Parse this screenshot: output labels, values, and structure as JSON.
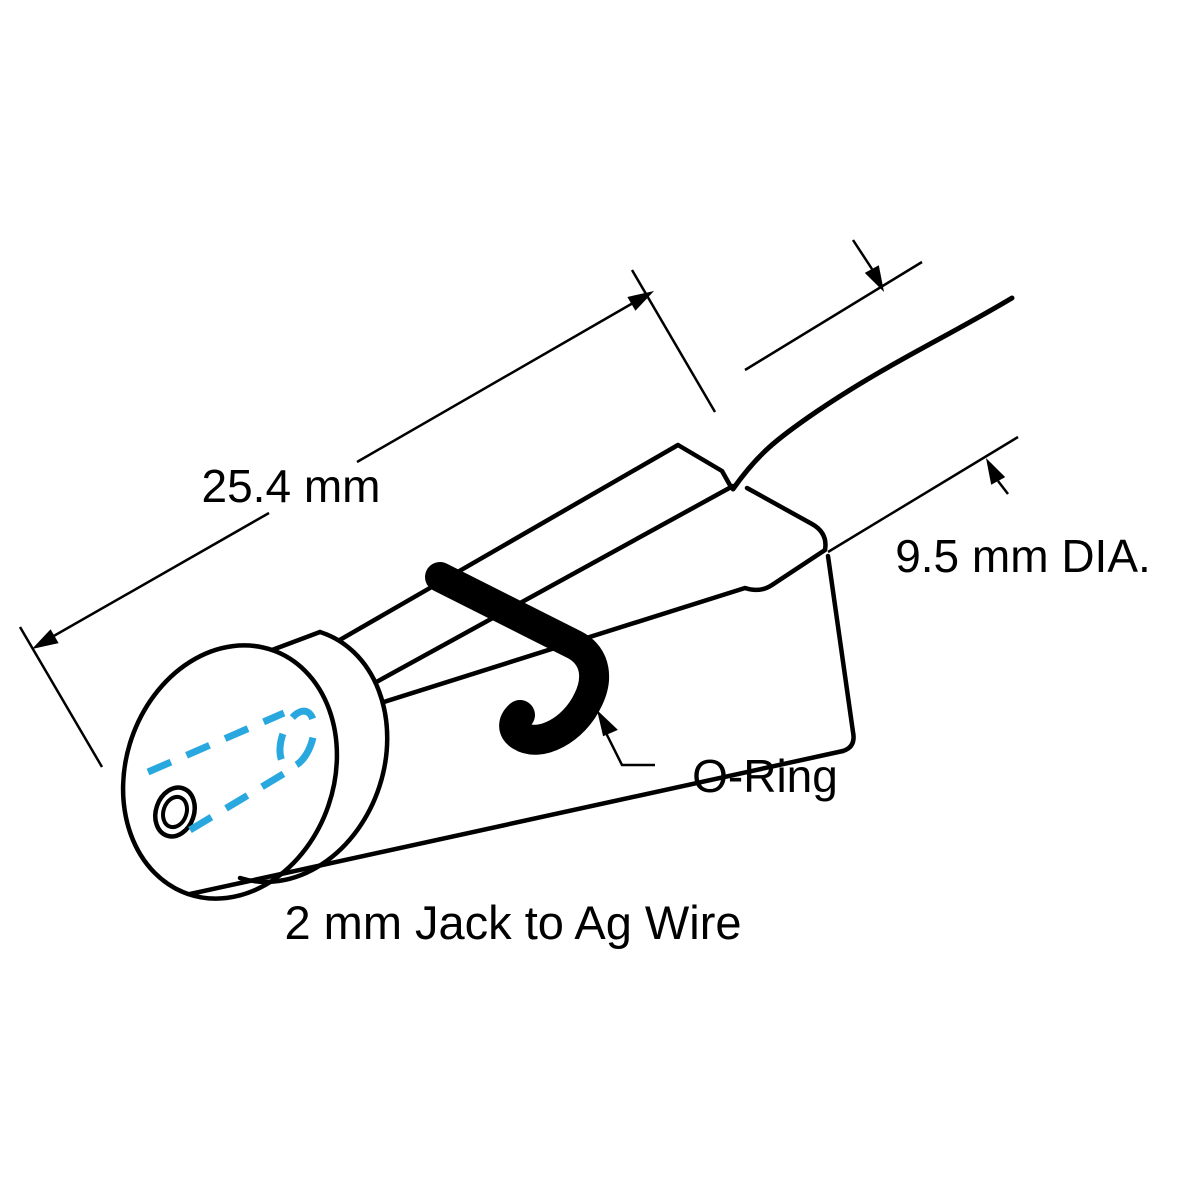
{
  "figure": {
    "labels": {
      "dim_length": "25.4 mm",
      "dim_diameter": "9.5 mm DIA.",
      "oring": "O-Ring",
      "caption": "2 mm Jack to Ag Wire"
    },
    "colors": {
      "ink": "#000000",
      "accent_blue": "#29A8DF",
      "background": "#FFFFFF"
    }
  }
}
